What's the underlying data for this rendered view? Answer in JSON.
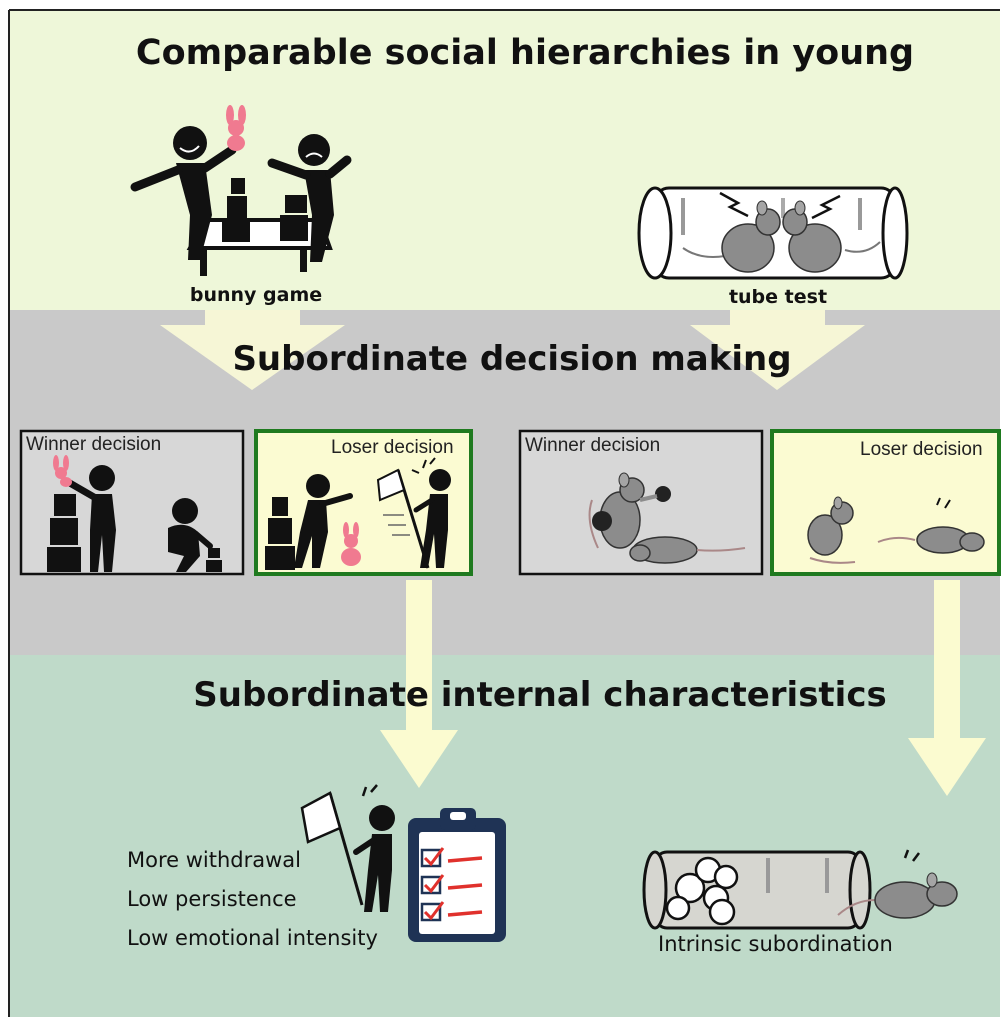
{
  "titles": {
    "top": "Comparable social hierarchies in young",
    "middle": "Subordinate decision making",
    "bottom": "Subordinate internal characteristics"
  },
  "captions": {
    "child_game": "bunny game",
    "mouse_test": "tube test",
    "mouse_outcome": "Intrinsic subordination"
  },
  "panels": {
    "child_winner": "Winner decision",
    "child_loser": "Loser decision",
    "mouse_winner": "Winner decision",
    "mouse_loser": "Loser decision"
  },
  "child_traits": [
    "More withdrawal",
    "Low persistence",
    "Low emotional intensity"
  ],
  "colors": {
    "top_band": "#eef7d9",
    "middle_band": "#c9c9c9",
    "bottom_band": "#bfdac9",
    "arrow": "#fbfbd0",
    "loser_frame": "#1f7a1f",
    "loser_fill": "#fbfbd2",
    "winner_fill": "#d7d7d7",
    "bunny": "#f07a90",
    "mouse": "#8c8c8c",
    "clipboard": "#1f3355",
    "check": "#e0312c"
  }
}
